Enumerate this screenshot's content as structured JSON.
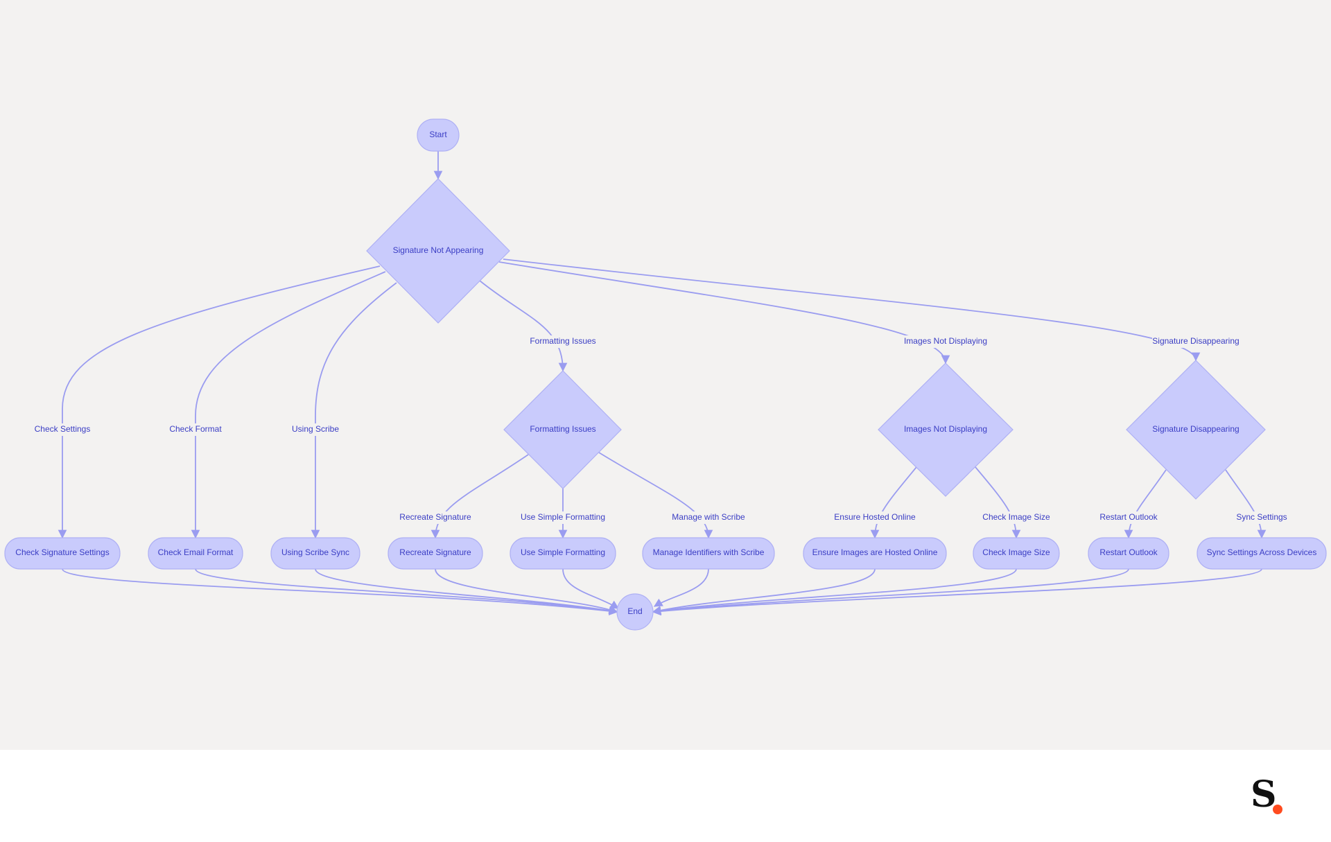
{
  "nodes": {
    "start": "Start",
    "sig_not_appearing": "Signature Not Appearing",
    "formatting_issues": "Formatting Issues",
    "images_not_displaying": "Images Not Displaying",
    "sig_disappearing": "Signature Disappearing",
    "check_sig_settings": "Check Signature Settings",
    "check_email_format": "Check Email Format",
    "using_scribe_sync": "Using Scribe Sync",
    "recreate_signature": "Recreate Signature",
    "use_simple_formatting": "Use Simple Formatting",
    "manage_identifiers": "Manage Identifiers with Scribe",
    "ensure_hosted": "Ensure Images are Hosted Online",
    "check_image_size": "Check Image Size",
    "restart_outlook": "Restart Outlook",
    "sync_settings": "Sync Settings Across Devices",
    "end": "End"
  },
  "edge_labels": {
    "check_settings": "Check Settings",
    "check_format": "Check Format",
    "using_scribe": "Using Scribe",
    "formatting_issues": "Formatting Issues",
    "images_not_displaying": "Images Not Displaying",
    "signature_disappearing": "Signature Disappearing",
    "recreate_signature": "Recreate Signature",
    "use_simple_formatting": "Use Simple Formatting",
    "manage_with_scribe": "Manage with Scribe",
    "ensure_hosted_online": "Ensure Hosted Online",
    "check_image_size": "Check Image Size",
    "restart_outlook": "Restart Outlook",
    "sync_settings": "Sync Settings"
  },
  "colors": {
    "canvas_bg": "#f3f2f1",
    "node_fill": "#c9cbfc",
    "node_stroke": "#aeb0f4",
    "edge": "#9a9cf0",
    "text": "#3a3dc4",
    "logo_dot": "#ff4b1f"
  },
  "logo": {
    "letter": "S",
    "icon": "brand-logo-icon"
  }
}
